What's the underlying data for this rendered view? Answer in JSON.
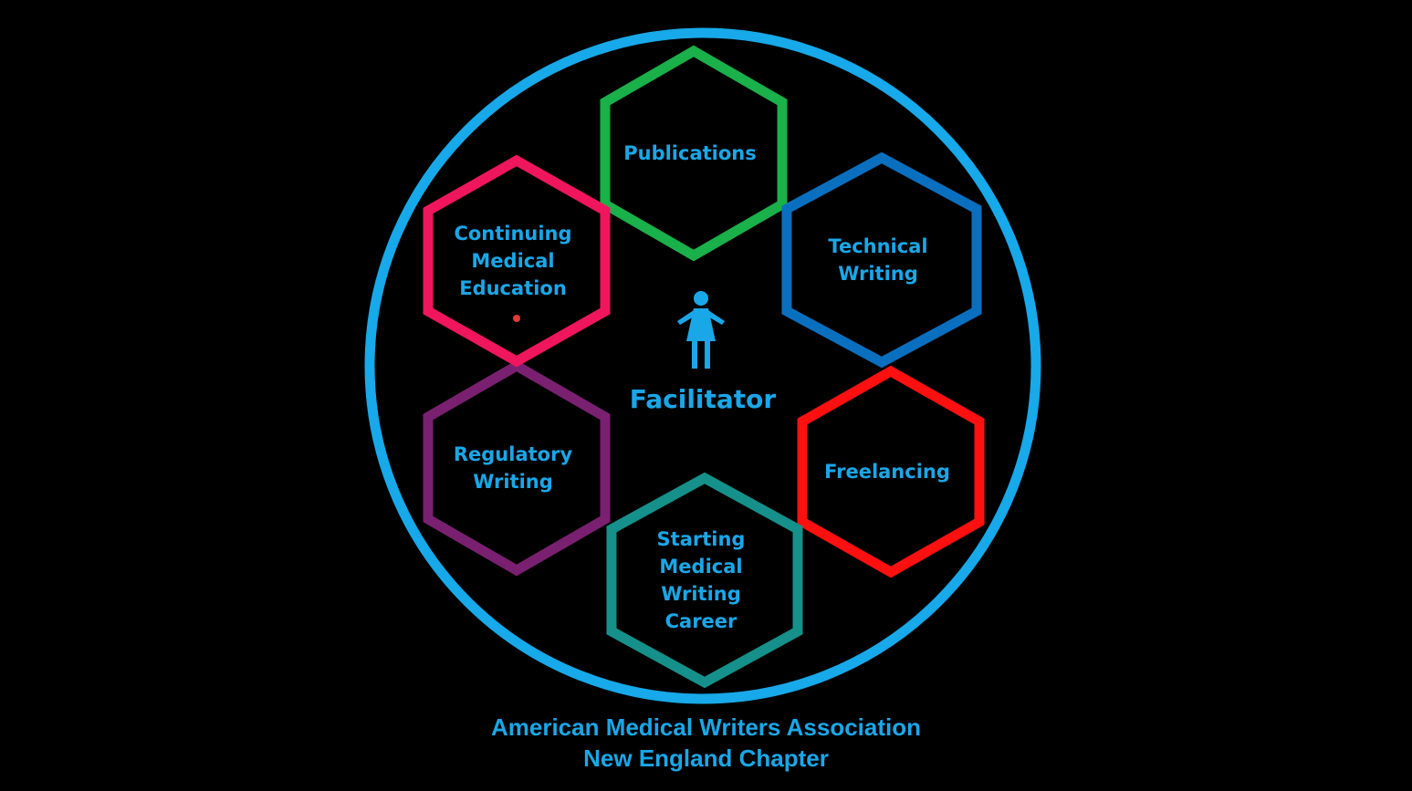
{
  "colors": {
    "background": "#000000",
    "ring": "#17a9e9",
    "text": "#1aa7e8",
    "facilitator_icon": "#1aa7e8",
    "marker_dot": "#e53935"
  },
  "center": {
    "icon": "person-woman-icon",
    "label": "Facilitator"
  },
  "hexagons": [
    {
      "id": "publications",
      "lines": [
        "Publications"
      ],
      "color": "#1ab04a"
    },
    {
      "id": "technical-writing",
      "lines": [
        "Technical",
        "Writing"
      ],
      "color": "#0a6fbf"
    },
    {
      "id": "freelancing",
      "lines": [
        "Freelancing"
      ],
      "color": "#ff1010"
    },
    {
      "id": "starting-career",
      "lines": [
        "Starting",
        "Medical",
        "Writing",
        "Career"
      ],
      "color": "#16908a"
    },
    {
      "id": "regulatory-writing",
      "lines": [
        "Regulatory",
        "Writing"
      ],
      "color": "#7a2070"
    },
    {
      "id": "continuing-education",
      "lines": [
        "Continuing",
        "Medical",
        "Education"
      ],
      "color": "#f0165e"
    }
  ],
  "footer": {
    "line1": "American Medical Writers Association",
    "line2": "New England Chapter"
  }
}
